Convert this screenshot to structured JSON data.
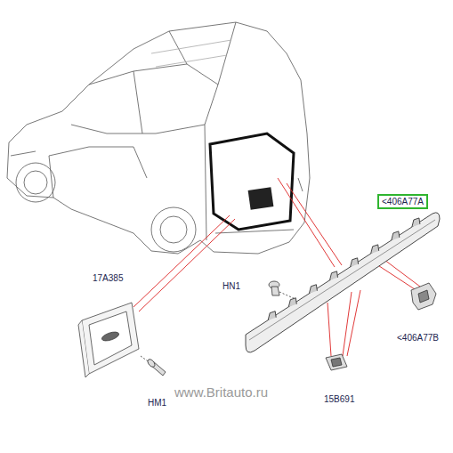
{
  "diagram": {
    "nodes": [
      {
        "text": [
          "<406A77A"
        ]
      }
    ],
    "labels": [
      "17A385",
      "HN1",
      "<406A77B",
      "HM1",
      "15B691",
      "www.Britauto.ru"
    ]
  }
}
